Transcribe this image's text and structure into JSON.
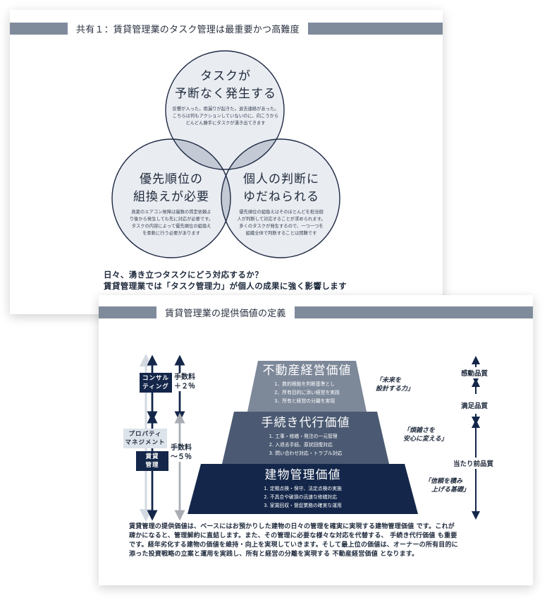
{
  "slide1": {
    "title": "共有１：賃貸管理業のタスク管理は最重要かつ高難度",
    "venn": {
      "top": {
        "heading_line1": "タスクが",
        "heading_line2": "予断なく発生する",
        "desc_line1": "反響が入った。雨漏りが起きた。退去連絡があった。",
        "desc_line2": "こちらは何もアクションしていないのに、向こうから",
        "desc_line3": "どんどん勝手にタスクが湧き出てきます"
      },
      "left": {
        "heading_line1": "優先順位の",
        "heading_line2": "組換えが必要",
        "desc_line1": "真夏のエアコン故障は貓数の賃定依頼よ",
        "desc_line2": "り後から発生しても先に対応が必要です。",
        "desc_line3": "タスクの内容によって優先順位の組換え",
        "desc_line4": "を柔軟に行う必要があります"
      },
      "right": {
        "heading_line1": "個人の判断に",
        "heading_line2": "ゆだねられる",
        "desc_line1": "優先順位の組換えはそのほとんどを担当個",
        "desc_line2": "人が判断して対応することが求められます。",
        "desc_line3": "多くのタスクが発生するので、一つ一つを",
        "desc_line4": "組織全体で判断することは困難です"
      },
      "colors": {
        "circle_fill": "#e9ecf1",
        "overlap_fill": "#c3cad5",
        "stroke": "#1f2a44"
      }
    },
    "footer_line1": "日々、湧き立つタスクにどう対応するか？",
    "footer_line2": "賃貸管理業では「タスク管理力」が個人の成果に強く影響します"
  },
  "slide2": {
    "title": "賃貸管理業の提供価値の定義",
    "pyramid": [
      {
        "title": "不動産経営価値",
        "items": [
          "1、数的根拠を判断基準とし",
          "2、所有目的に添い経営を実践",
          "3、所有と経営の分離を実現"
        ],
        "quote_line1": "「未来を",
        "quote_line2": "設計する力」",
        "color": "#7d8899"
      },
      {
        "title": "手続き代行価値",
        "items": [
          "1. 工事・修繕・発注の一元管理",
          "2. 入退去手続、原状回復対応",
          "3. 問い合わせ対応・トラブル対応"
        ],
        "quote_line1": "「煩雑さを",
        "quote_line2": "安心に変える」",
        "color": "#4b5a72"
      },
      {
        "title": "建物管理価値",
        "items": [
          "1. 定期点検・保守、法定点検の実施",
          "2. 不具合や破損の迅速な修繕対応",
          "3. 家賃回収・督促業務の確実な運用"
        ],
        "quote_line1": "「信頼を積み",
        "quote_line2": "上げる基礎」",
        "color": "#14274a"
      }
    ],
    "services": {
      "consulting": "コンサル\nティング",
      "consulting_line1": "コンサル",
      "consulting_line2": "ティング",
      "pm_line1": "プロパティ",
      "pm_line2": "マネジメント",
      "rental_line1": "賃貸",
      "rental_line2": "管理",
      "fee1_line1": "手数料",
      "fee1_line2": "＋２％",
      "fee2_line1": "手数料",
      "fee2_line2": "～５％"
    },
    "quality_levels": [
      "感動品質",
      "満足品質",
      "当たり前品質"
    ],
    "body_line1": "賃貸管理の提供価値は、ベースにはお預かりした建物の日々の管理を確実に実現する建物管理価値 です。これが",
    "body_line2": "疎かになると、管理解約に直結します。また、その管理に必要な様々な対応を代替する、 手続き代行価値 も重要",
    "body_line3": "です。経年劣化する建物の価値を維持・向上を実現していきます。そして最上位の価値は、オーナーの所有目的に",
    "body_line4": "添った投資戦略の立案と運用を実践し、所有と経営の分離を実現する 不動産経営価値 となります。"
  }
}
